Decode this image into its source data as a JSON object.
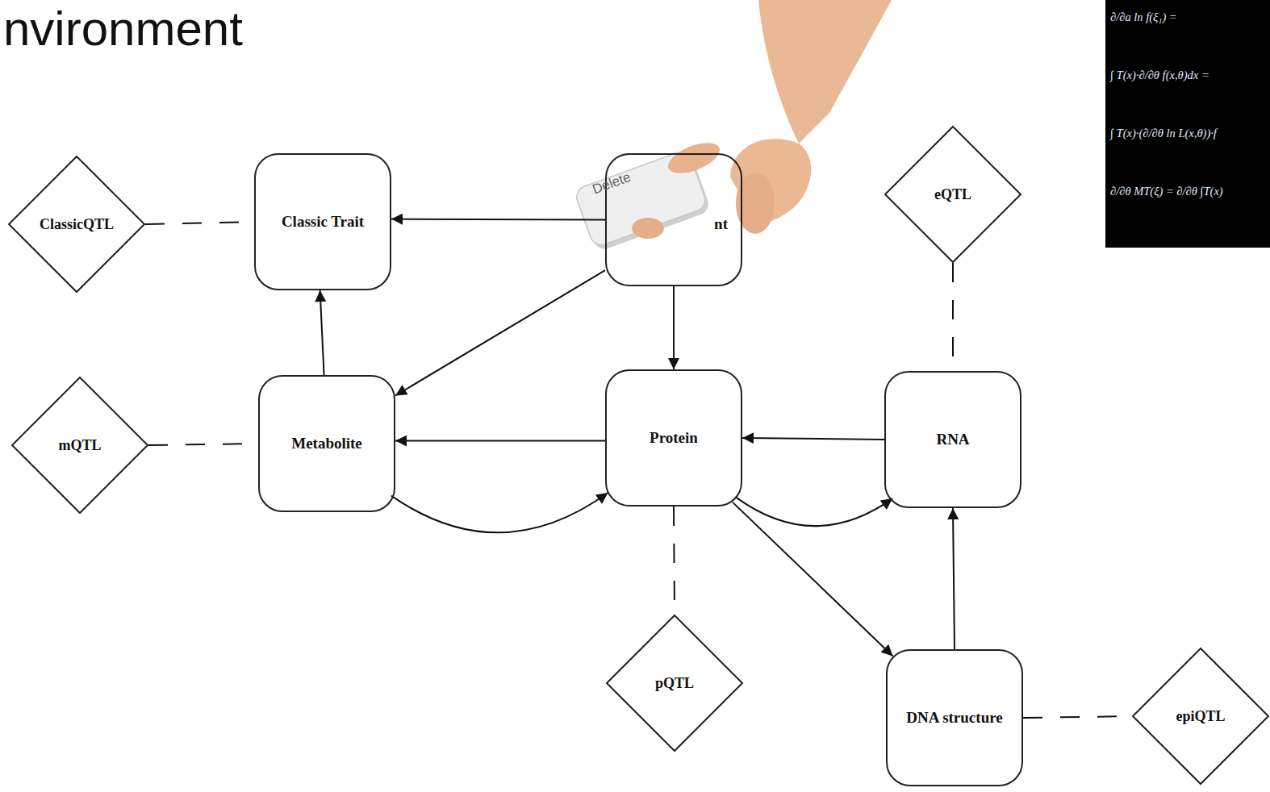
{
  "diagram": {
    "title": "nvironment",
    "nodes": [
      {
        "text": [
          "ClassicQTL"
        ]
      },
      {
        "text": [
          "Classic Trait"
        ]
      },
      {
        "text": [
          "nt"
        ]
      },
      {
        "text": [
          "eQTL"
        ]
      },
      {
        "text": [
          "mQTL"
        ]
      },
      {
        "text": [
          "Metabolite"
        ]
      },
      {
        "text": [
          "Protein"
        ]
      },
      {
        "text": [
          "RNA"
        ]
      },
      {
        "text": [
          "pQTL"
        ]
      },
      {
        "text": [
          "DNA structure"
        ]
      },
      {
        "text": [
          "epiQTL"
        ]
      }
    ],
    "edges": [
      {
        "from": 2,
        "to": 1,
        "arrow": "to"
      },
      {
        "from": 2,
        "to": 5,
        "arrow": "to"
      },
      {
        "from": 2,
        "to": 6,
        "arrow": "to"
      },
      {
        "from": 5,
        "to": 1,
        "arrow": "to"
      },
      {
        "from": 6,
        "to": 5,
        "arrow": "to"
      },
      {
        "from": 5,
        "to": 6,
        "arrow": "to"
      },
      {
        "from": 7,
        "to": 6,
        "arrow": "to"
      },
      {
        "from": 6,
        "to": 7,
        "arrow": "to"
      },
      {
        "from": 6,
        "to": 9,
        "arrow": "to"
      },
      {
        "from": 9,
        "to": 7,
        "arrow": "to"
      },
      {
        "from": 0,
        "to": 1,
        "arrow": "none"
      },
      {
        "from": 4,
        "to": 5,
        "arrow": "none"
      },
      {
        "from": 6,
        "to": 8,
        "arrow": "none"
      },
      {
        "from": 3,
        "to": 7,
        "arrow": "none"
      },
      {
        "from": 9,
        "to": 10,
        "arrow": "none"
      }
    ],
    "labels": [
      "Delete",
      "∂/∂a ln f(ξ₁) =",
      "∫ T(x)·∂/∂θ f(x,θ)dx =",
      "∫ T(x)·(∂/∂θ ln L(x,θ))·f",
      "∂/∂θ MT(ξ) = ∂/∂θ ∫T(x)"
    ]
  }
}
